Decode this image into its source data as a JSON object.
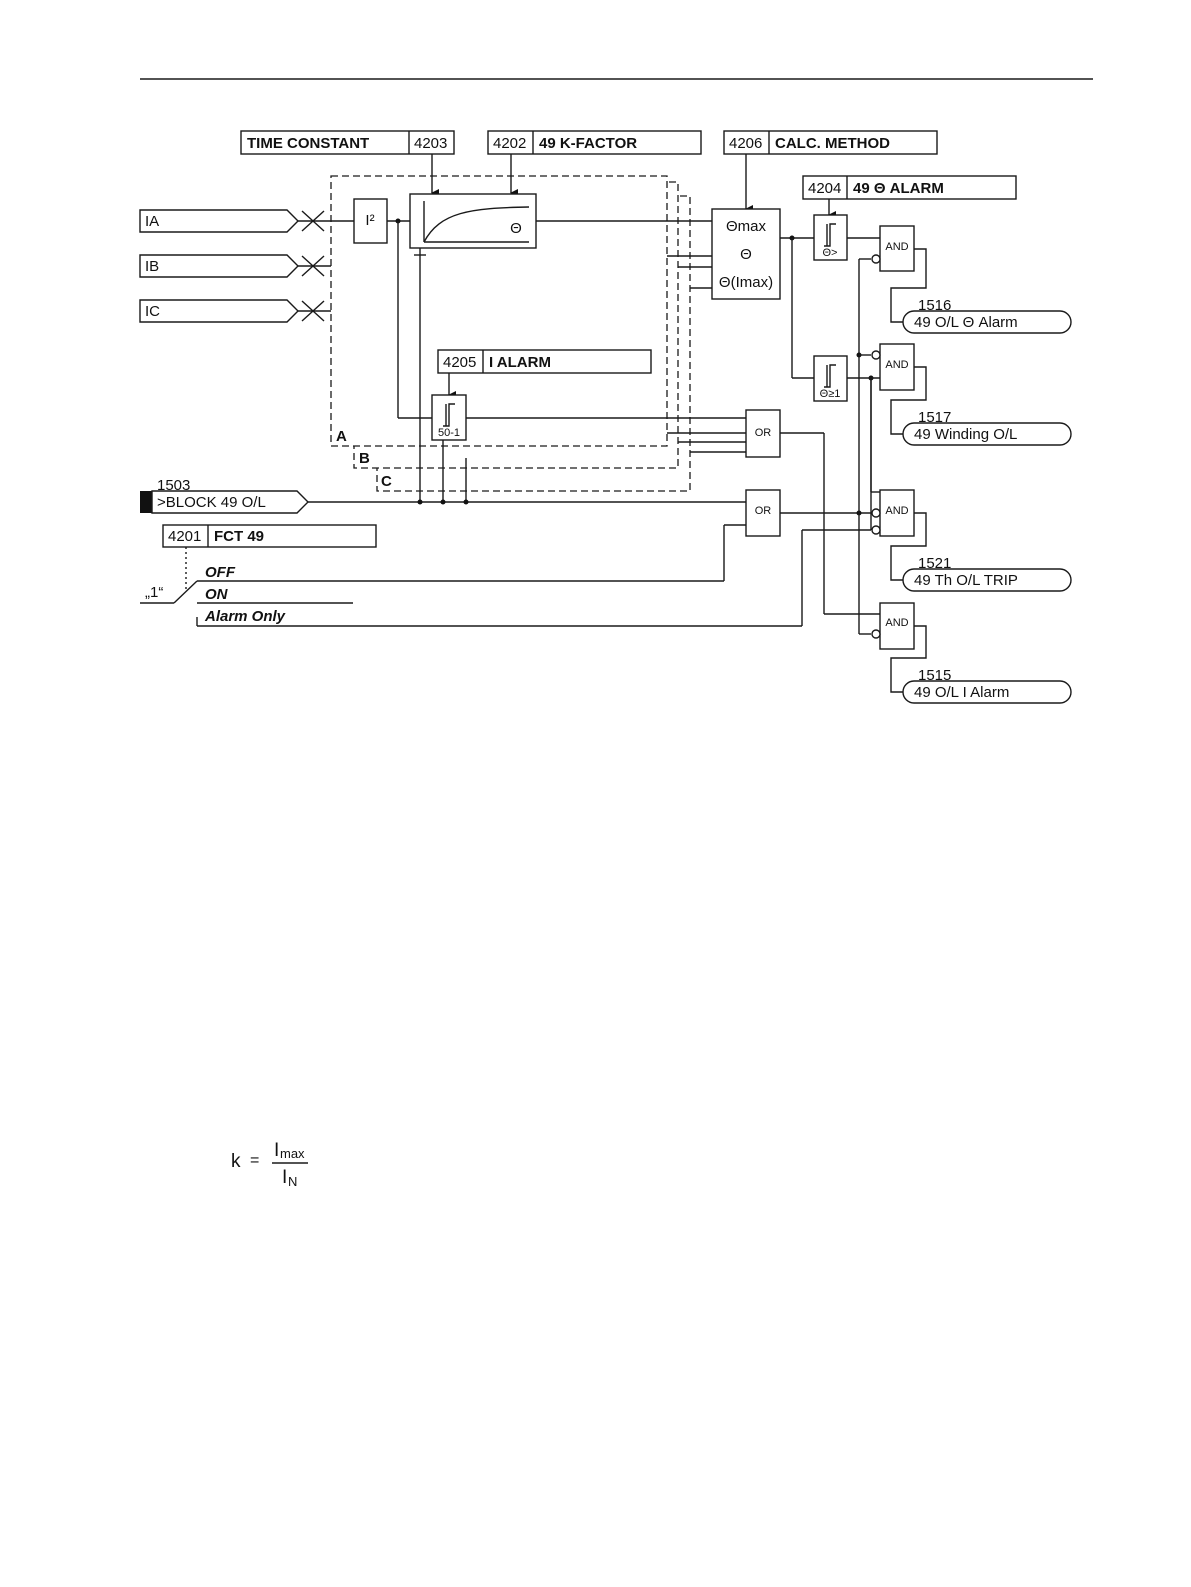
{
  "settings": {
    "time_constant": {
      "label": "TIME CONSTANT",
      "addr": "4203"
    },
    "k_factor": {
      "label": "49 K-FACTOR",
      "addr": "4202"
    },
    "calc_method": {
      "label": "CALC. METHOD",
      "addr": "4206"
    },
    "theta_alarm": {
      "label": "49 Θ ALARM",
      "addr": "4204"
    },
    "i_alarm": {
      "label": "I ALARM",
      "addr": "4205"
    },
    "fct": {
      "label": "FCT 49",
      "addr": "4201"
    }
  },
  "inputs": [
    "IA",
    "IB",
    "IC"
  ],
  "block_input": {
    "number": "1503",
    "label": ">BLOCK 49 O/L"
  },
  "blocks": {
    "square": "I²",
    "thermal_theta": "Θ",
    "theta_max": "Θmax",
    "theta": "Θ",
    "theta_imax": "Θ(Imax)",
    "thr_theta_alarm": "Θ>",
    "thr_theta_trip": "Θ≥1",
    "thr_i_alarm": "50-1",
    "or_label": "OR",
    "and_label": "AND"
  },
  "phases": [
    "A",
    "B",
    "C"
  ],
  "fct_options": [
    "OFF",
    "ON",
    "Alarm Only"
  ],
  "const_one": "„1“",
  "outputs": [
    {
      "number": "1516",
      "label": "49 O/L Θ Alarm"
    },
    {
      "number": "1517",
      "label": "49 Winding O/L"
    },
    {
      "number": "1521",
      "label": "49 Th O/L TRIP"
    },
    {
      "number": "1515",
      "label": "49 O/L I Alarm"
    }
  ],
  "formula": {
    "lhs": "k",
    "eq": "=",
    "num": "I",
    "num_sub": "max",
    "den": "I",
    "den_sub": "N"
  }
}
